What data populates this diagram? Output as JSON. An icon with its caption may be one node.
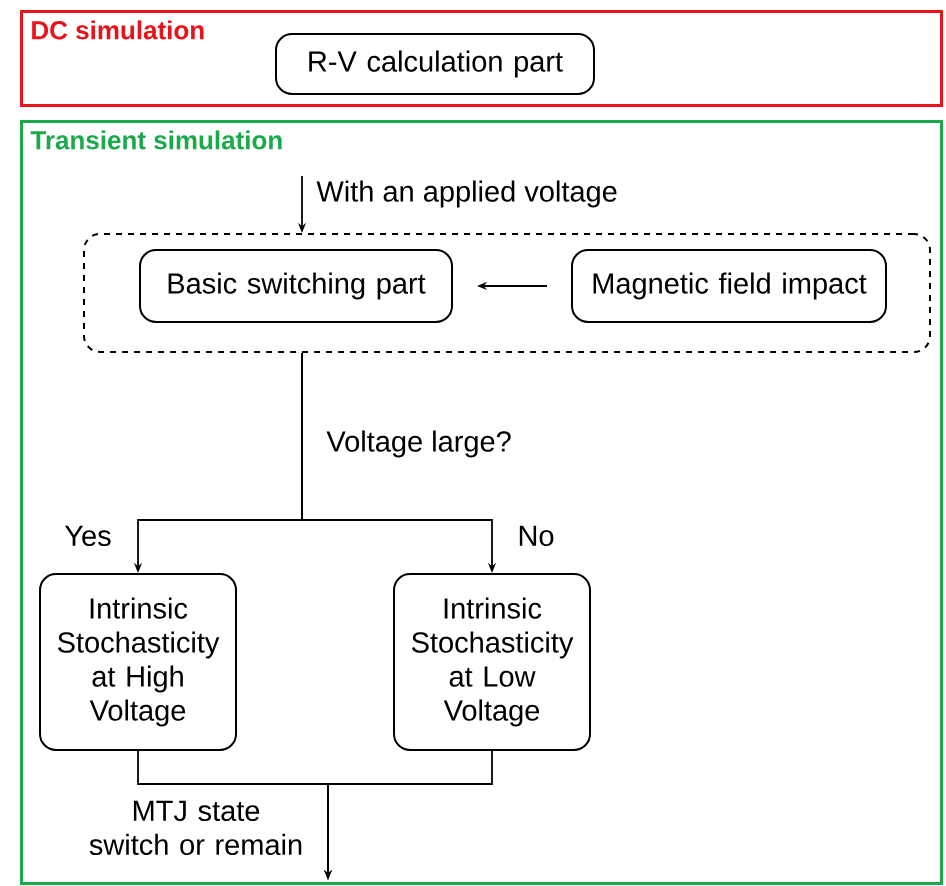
{
  "diagram": {
    "nodes": [
      {
        "text": [
          "DC simulation"
        ]
      },
      {
        "text": [
          "R-V calculation part"
        ],
        "in": 0
      },
      {
        "text": [
          "Transient simulation"
        ]
      },
      {
        "text": [],
        "shape": "box",
        "in": 2
      },
      {
        "text": [
          "Basic switching part"
        ],
        "in": 3
      },
      {
        "text": [
          "Magnetic field impact"
        ],
        "in": 3
      },
      {
        "text": [
          "Intrinsic Stochasticity at High Voltage"
        ],
        "in": 2
      },
      {
        "text": [
          "Intrinsic Stochasticity at Low Voltage"
        ],
        "in": 2
      }
    ],
    "edges": [
      {
        "from": null,
        "to": 3,
        "arrow": "to",
        "label": "With an applied voltage"
      },
      {
        "from": 5,
        "to": 4,
        "arrow": "to"
      },
      {
        "from": 3,
        "to": 6,
        "arrow": "to",
        "label": "Yes"
      },
      {
        "from": 3,
        "to": 7,
        "arrow": "to",
        "label": "No"
      },
      {
        "from": 6,
        "to": null,
        "arrow": "to",
        "label": "MTJ state switch or remain"
      },
      {
        "from": 7,
        "to": null,
        "arrow": "to"
      }
    ],
    "labels": [
      "Voltage large?"
    ]
  }
}
